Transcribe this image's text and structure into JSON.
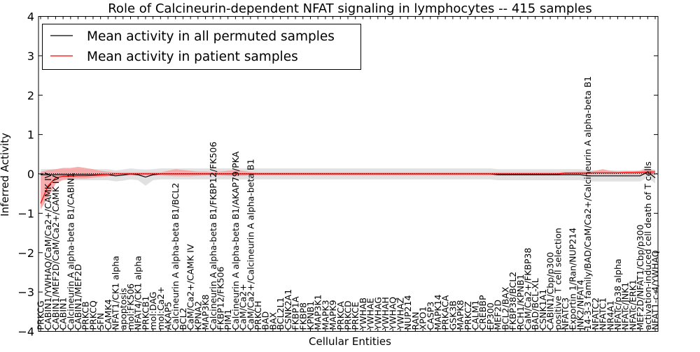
{
  "chart_data": {
    "type": "line",
    "title": "Role of Calcineurin-dependent NFAT signaling in lymphocytes -- 415 samples",
    "xlabel": "Cellular Entities",
    "ylabel": "Inferred Activity",
    "ylim": [
      -4,
      4
    ],
    "yticks": [
      "−4",
      "−3",
      "−2",
      "−1",
      "0",
      "1",
      "2",
      "3",
      "4"
    ],
    "grid": false,
    "legend_position": "top-left",
    "categories": [
      "PRKCG",
      "CABIN1/YWHAQ/CaM/Ca2+/CAMK IV",
      "CABIN1/MEF2D/CaM/Ca2+/CAMK IV",
      "CABIN1",
      "Calcineurin A alpha-beta B1/CABIN1",
      "CABIN1/MEF2D",
      "PRKCB",
      "PRKCQ",
      "SFN",
      "CAMK4",
      "NFAT1/CK1 alpha",
      "apoptosis",
      "mol:FK506",
      "NFAT4/CK1 alpha",
      "PRKCB1",
      "mol:DAG",
      "mol:Ca2+",
      "AKAP5",
      "Calcineurin A alpha-beta B1/BCL2",
      "BCL2",
      "CaM/Ca2+/CAMK IV",
      "KPNA2",
      "MAP3K8",
      "Calcineurin A alpha-beta B1/FKBP12/FK506",
      "FKBP12/FK506",
      "PIM1",
      "Calcineurin A alpha-beta B1/AKAP79/PKA",
      "CaM/Ca2+",
      "CaM/Ca2+/Calcineurin A alpha-beta B1",
      "PRKCH",
      "BAD",
      "BAX",
      "BCL2L1",
      "CSNK2A1",
      "FKBP1A",
      "FKBP8",
      "KPNB1",
      "MAP3K1",
      "MAPK3",
      "MAPK9",
      "PRKCA",
      "PRKCD",
      "PRKCE",
      "YWHAB",
      "YWHAE",
      "YWHAG",
      "YWHAH",
      "YWHAQ",
      "YWHAZ",
      "NUP214",
      "RAN",
      "XPO1",
      "CASP3",
      "MAPK14",
      "PRKACA",
      "GSK3B",
      "MAPK8",
      "PRKCZ",
      "CALM1",
      "CREBBP",
      "EP300",
      "MEF2D",
      "BCL2/BAX",
      "FKBP38/BCL2",
      "RCH1/KPNB1",
      "CaM/Ca2+/FKBP38",
      "BAD/BCL-XL",
      "CSNK1A1",
      "CABIN1/Cbp/p300",
      "positive T cell selection",
      "NFATC3",
      "Exportin 1/Ran/NUP214",
      "JNK2/NFAT4",
      "14-3-3 family/BAD/CaM/Ca2+/Calcineurin A alpha-beta B1",
      "NFATC2",
      "NFATC1",
      "NR4A1",
      "NFATc/p38 alpha",
      "NFATc/JNK1",
      "NFATc/ERK1",
      "MEF2D/NFAT1/Cbp/p300",
      "activation-induced cell death of T cells",
      "NFAT1-c-4/YWHAQ"
    ],
    "series": [
      {
        "name": "Mean activity in all permuted samples",
        "color": "#000000",
        "band_color": "#d9d9d9",
        "band_halfwidth": 0.14,
        "values": [
          -0.02,
          -0.02,
          -0.02,
          -0.02,
          -0.02,
          -0.02,
          -0.02,
          -0.02,
          -0.02,
          -0.02,
          -0.05,
          -0.03,
          0,
          -0.02,
          -0.08,
          -0.02,
          0,
          0,
          0,
          0,
          0,
          0,
          0,
          0,
          0,
          0,
          0,
          0,
          0,
          0,
          0,
          0,
          0,
          0,
          0,
          0,
          0,
          0,
          0,
          0,
          0,
          0,
          0,
          0,
          0,
          0,
          0,
          0,
          0,
          0,
          0,
          0,
          0,
          0,
          0,
          0,
          0,
          0,
          0,
          0,
          0,
          -0.02,
          -0.02,
          -0.02,
          -0.02,
          -0.02,
          -0.02,
          -0.02,
          -0.02,
          -0.02,
          -0.02,
          -0.02,
          -0.02,
          -0.05,
          -0.05,
          -0.05,
          -0.05,
          -0.05,
          -0.05,
          -0.05,
          -0.05,
          0.05,
          -0.1
        ]
      },
      {
        "name": "Mean activity in patient samples",
        "color": "#ff0000",
        "band_color": "#f4a0a0",
        "values": [
          -0.75,
          -0.3,
          -0.1,
          -0.06,
          -0.06,
          -0.05,
          -0.05,
          -0.04,
          -0.03,
          -0.02,
          0,
          0,
          0,
          0,
          0,
          0,
          0,
          0,
          0,
          0,
          0,
          0,
          0,
          0,
          0,
          0,
          0,
          0,
          0,
          0,
          0,
          0,
          0,
          0,
          0,
          0,
          0,
          0,
          0,
          0,
          0,
          0,
          0,
          0,
          0,
          0,
          0,
          0,
          0,
          0,
          0,
          0,
          0,
          0,
          0,
          0,
          0,
          0,
          0,
          0,
          0,
          0,
          0,
          0,
          0,
          0,
          0,
          0,
          0,
          0,
          0.02,
          0.02,
          0.02,
          0.02,
          0.03,
          0.03,
          0.03,
          0.03,
          0.04,
          0.04,
          0.04,
          0.05,
          0.05
        ],
        "band_low": [
          -0.9,
          -0.6,
          -0.25,
          -0.15,
          -0.12,
          -0.12,
          -0.12,
          -0.1,
          -0.08,
          -0.06,
          -0.04,
          -0.04,
          -0.04,
          -0.04,
          -0.04,
          -0.04,
          -0.04,
          -0.05,
          -0.06,
          -0.06,
          -0.06,
          -0.05,
          -0.04,
          -0.04,
          -0.04,
          -0.05,
          -0.06,
          -0.05,
          -0.04,
          -0.04,
          -0.04,
          -0.04,
          -0.04,
          -0.04,
          -0.04,
          -0.04,
          -0.04,
          -0.04,
          -0.04,
          -0.04,
          -0.04,
          -0.04,
          -0.04,
          -0.04,
          -0.04,
          -0.04,
          -0.04,
          -0.04,
          -0.04,
          -0.04,
          -0.04,
          -0.04,
          -0.04,
          -0.04,
          -0.04,
          -0.04,
          -0.04,
          -0.04,
          -0.04,
          -0.04,
          -0.04,
          -0.04,
          -0.04,
          -0.04,
          -0.04,
          -0.04,
          -0.04,
          -0.04,
          -0.04,
          -0.04,
          -0.02,
          -0.02,
          -0.02,
          -0.02,
          -0.02,
          -0.02,
          -0.02,
          -0.02,
          -0.02,
          -0.02,
          -0.02,
          -0.02,
          -0.02
        ],
        "band_high": [
          0.05,
          0.1,
          0.12,
          0.15,
          0.15,
          0.18,
          0.15,
          0.12,
          0.08,
          0.06,
          0.04,
          0.04,
          0.04,
          0.04,
          0.04,
          0.04,
          0.04,
          0.08,
          0.12,
          0.1,
          0.08,
          0.06,
          0.06,
          0.05,
          0.06,
          0.08,
          0.1,
          0.08,
          0.05,
          0.04,
          0.04,
          0.04,
          0.04,
          0.04,
          0.04,
          0.04,
          0.04,
          0.04,
          0.04,
          0.04,
          0.04,
          0.04,
          0.04,
          0.04,
          0.04,
          0.04,
          0.04,
          0.04,
          0.04,
          0.04,
          0.04,
          0.04,
          0.04,
          0.04,
          0.04,
          0.04,
          0.04,
          0.04,
          0.04,
          0.04,
          0.04,
          0.04,
          0.04,
          0.04,
          0.04,
          0.04,
          0.04,
          0.04,
          0.04,
          0.04,
          0.05,
          0.05,
          0.06,
          0.06,
          0.08,
          0.12,
          0.08,
          0.06,
          0.06,
          0.06,
          0.08,
          0.12,
          0.1
        ]
      }
    ]
  }
}
